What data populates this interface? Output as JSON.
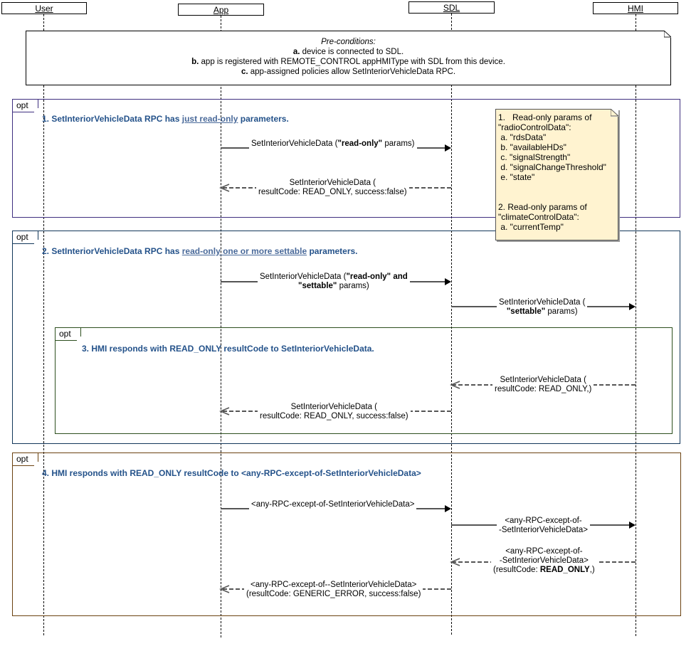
{
  "lifelines": [
    {
      "name": "User"
    },
    {
      "name": "App"
    },
    {
      "name": "SDL"
    },
    {
      "name": "HMI"
    }
  ],
  "preconditions": {
    "title": "Pre-conditions:",
    "items": [
      {
        "marker": "a.",
        "text": " device is connected to SDL."
      },
      {
        "marker": "b.",
        "text": " app is registered with REMOTE_CONTROL appHMIType with SDL from this device."
      },
      {
        "marker": "c.",
        "text": " app-assigned policies allow SetInteriorVehicleData RPC."
      }
    ]
  },
  "colors": {
    "frame1": "#3f2f7f",
    "frame2": "#12375a",
    "frame3": "#2d4f1e",
    "frame4": "#6b4210",
    "title_text": "#24528a",
    "note_bg": "#fff3d0",
    "arrow": "#555555"
  },
  "frames": [
    {
      "tag": "opt",
      "title_parts": [
        {
          "text": "1. SetInteriorVehicleData RPC has ",
          "underline": false
        },
        {
          "text": "just read-only",
          "underline": true
        },
        {
          "text": " parameters.",
          "underline": false
        }
      ]
    },
    {
      "tag": "opt",
      "title_parts": [
        {
          "text": "2. SetInteriorVehicleData RPC has ",
          "underline": false
        },
        {
          "text": "read-only one or more settable",
          "underline": true
        },
        {
          "text": " parameters.",
          "underline": false
        }
      ]
    },
    {
      "tag": "opt",
      "title_parts": [
        {
          "text": "3. HMI responds with READ_ONLY resultCode to SetInteriorVehicleData.",
          "underline": false
        }
      ]
    },
    {
      "tag": "opt",
      "title_parts": [
        {
          "text": "4. HMI responds with READ_ONLY resultCode to <any-RPC-except-of-SetInteriorVehicleData>",
          "underline": false
        }
      ]
    }
  ],
  "side_note": {
    "lines": [
      "1.   Read-only params of",
      "\"radioControlData\":",
      " a. \"rdsData\"",
      " b. \"availableHDs\"",
      " c. \"signalStrength\"",
      " d. \"signalChangeThreshold\"",
      " e. \"state\"",
      "",
      "",
      "2. Read-only params of",
      "\"climateControlData\":",
      " a. \"currentTemp\""
    ]
  },
  "messages": [
    {
      "from": "App",
      "to": "SDL",
      "style": "solid",
      "lines": [
        [
          {
            "t": "SetInteriorVehicleData (",
            "b": false
          },
          {
            "t": "\"read-only\"",
            "b": true
          },
          {
            "t": " params)",
            "b": false
          }
        ]
      ]
    },
    {
      "from": "SDL",
      "to": "App",
      "style": "dashed",
      "lines": [
        [
          {
            "t": "SetInteriorVehicleData (",
            "b": false
          }
        ],
        [
          {
            "t": "resultCode: READ_ONLY, success:false)",
            "b": false
          }
        ]
      ]
    },
    {
      "from": "App",
      "to": "SDL",
      "style": "solid",
      "lines": [
        [
          {
            "t": "SetInteriorVehicleData (",
            "b": false
          },
          {
            "t": "\"read-only\" and",
            "b": true
          }
        ],
        [
          {
            "t": "\"settable\"",
            "b": true
          },
          {
            "t": " params)",
            "b": false
          }
        ]
      ]
    },
    {
      "from": "SDL",
      "to": "HMI",
      "style": "solid",
      "lines": [
        [
          {
            "t": "SetInteriorVehicleData (",
            "b": false
          }
        ],
        [
          {
            "t": "\"settable\"",
            "b": true
          },
          {
            "t": " params)",
            "b": false
          }
        ]
      ]
    },
    {
      "from": "HMI",
      "to": "SDL",
      "style": "dashed",
      "lines": [
        [
          {
            "t": "SetInteriorVehicleData (",
            "b": false
          }
        ],
        [
          {
            "t": "resultCode: READ_ONLY,)",
            "b": false
          }
        ]
      ]
    },
    {
      "from": "SDL",
      "to": "App",
      "style": "dashed",
      "lines": [
        [
          {
            "t": "SetInteriorVehicleData (",
            "b": false
          }
        ],
        [
          {
            "t": "resultCode: READ_ONLY, success:false)",
            "b": false
          }
        ]
      ]
    },
    {
      "from": "App",
      "to": "SDL",
      "style": "solid",
      "lines": [
        [
          {
            "t": "<any-RPC-except-of-SetInteriorVehicleData>",
            "b": false
          }
        ]
      ]
    },
    {
      "from": "SDL",
      "to": "HMI",
      "style": "solid",
      "lines": [
        [
          {
            "t": "<any-RPC-except-of-",
            "b": false
          }
        ],
        [
          {
            "t": "-SetInteriorVehicleData>",
            "b": false
          }
        ]
      ]
    },
    {
      "from": "HMI",
      "to": "SDL",
      "style": "dashed",
      "lines": [
        [
          {
            "t": "<any-RPC-except-of-",
            "b": false
          }
        ],
        [
          {
            "t": "-SetInteriorVehicleData>",
            "b": false
          }
        ],
        [
          {
            "t": "(resultCode: ",
            "b": false
          },
          {
            "t": "READ_ONLY",
            "b": true
          },
          {
            "t": ",)",
            "b": false
          }
        ]
      ]
    },
    {
      "from": "SDL",
      "to": "App",
      "style": "dashed",
      "lines": [
        [
          {
            "t": "<any-RPC-except-of--SetInteriorVehicleData>",
            "b": false
          }
        ],
        [
          {
            "t": "(resultCode: GENERIC_ERROR, success:false)",
            "b": false
          }
        ]
      ]
    }
  ]
}
